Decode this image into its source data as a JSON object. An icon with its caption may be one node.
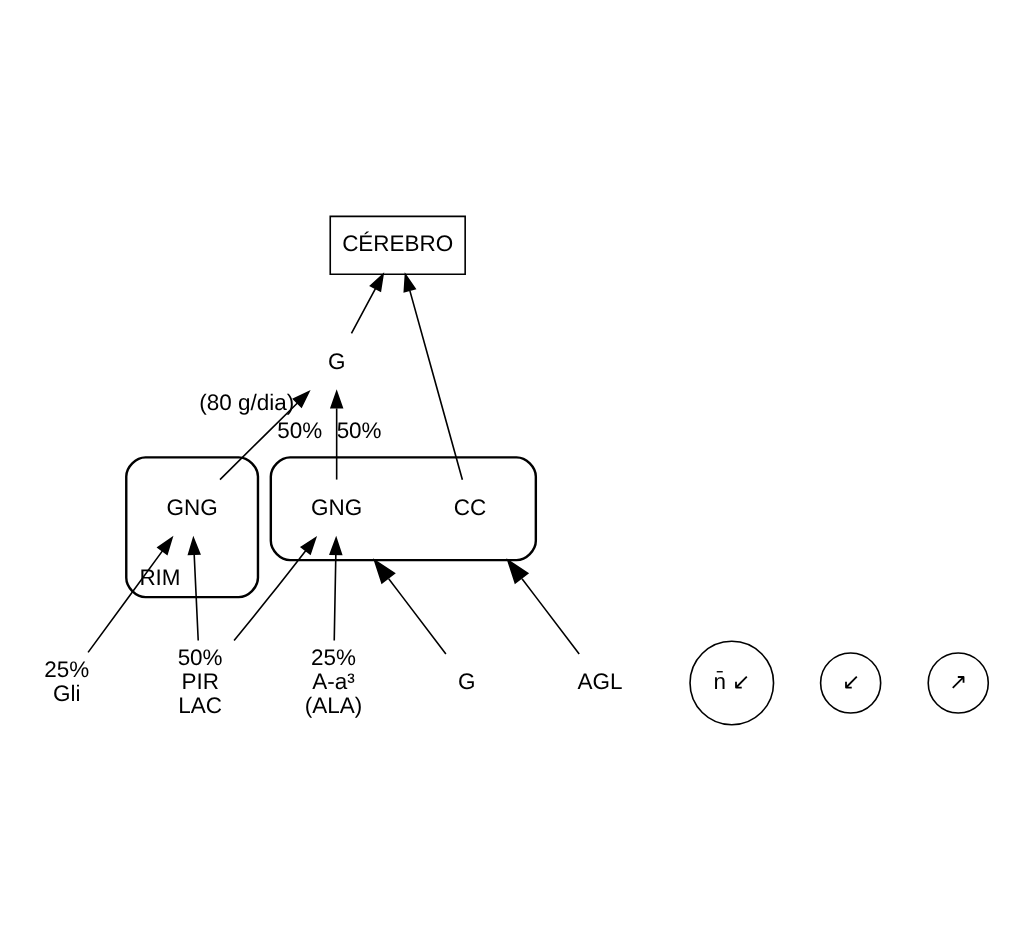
{
  "diagram": {
    "nodes": [
      {
        "text": [
          "CÉREBRO"
        ]
      },
      {
        "text": [
          "G"
        ],
        "beside": [
          "(80 g/dia)"
        ]
      },
      {
        "text": [
          "RIM"
        ]
      },
      {
        "text": [
          "GNG"
        ],
        "in": 2
      },
      {
        "text": [],
        "shape": "oval"
      },
      {
        "text": [
          "GNG"
        ],
        "in": 4
      },
      {
        "text": [
          "CC"
        ],
        "in": 4
      },
      {
        "text": [
          "25%",
          "A-a³",
          "(ALA)"
        ]
      },
      {
        "text": [
          "50%",
          "PIR",
          "LAC"
        ]
      },
      {
        "text": [
          "25%",
          "Gli"
        ]
      },
      {
        "text": [
          "G"
        ]
      },
      {
        "text": [
          "AGL"
        ]
      }
    ],
    "edges": [
      {
        "from": 1,
        "to": 0,
        "arrow": "to"
      },
      {
        "from": 6,
        "to": 0,
        "arrow": "to"
      },
      {
        "from": 3,
        "to": 1,
        "arrow": "to",
        "label": "50%"
      },
      {
        "from": 5,
        "to": 1,
        "arrow": "to",
        "label": "50%"
      },
      {
        "from": 9,
        "to": 3,
        "arrow": "to"
      },
      {
        "from": 8,
        "to": 3,
        "arrow": "to"
      },
      {
        "from": 8,
        "to": 5,
        "arrow": "to"
      },
      {
        "from": 7,
        "to": 5,
        "arrow": "to"
      },
      {
        "from": 10,
        "to": 4,
        "arrow": "to"
      },
      {
        "from": 11,
        "to": 4,
        "arrow": "to"
      }
    ],
    "labels": [
      "n̄ ↙",
      "↙",
      "↗"
    ]
  }
}
